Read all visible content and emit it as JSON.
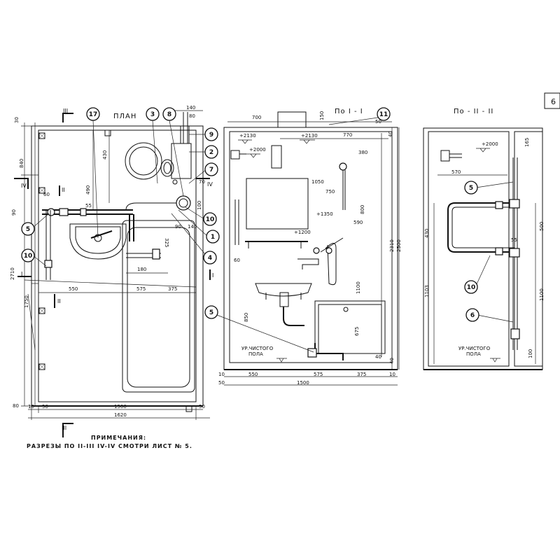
{
  "sheet": {
    "number": "6"
  },
  "views": {
    "plan": {
      "title": "ПЛАН"
    },
    "section1": {
      "title": "По I - I"
    },
    "section2": {
      "title": "По - II - II"
    }
  },
  "section_marks": {
    "plan_top_left": "III",
    "plan_bottom_left": "III",
    "iv_left": "IV",
    "iv_right": "IV",
    "ii_left": "II",
    "ii_lower": "II",
    "i_left": "I",
    "i_right": "I"
  },
  "callouts": {
    "plan": [
      "17",
      "3",
      "8",
      "9",
      "2",
      "7",
      "10",
      "1",
      "4",
      "5",
      "10"
    ],
    "section1": [
      "11",
      "5"
    ],
    "section2": [
      "5",
      "10",
      "6"
    ]
  },
  "elevations": {
    "s1_e2130": "+2130",
    "s1_e2000": "+2000",
    "s1_e2130b": "+2130",
    "s1_e1350": "+1350",
    "s1_e1200": "+1200",
    "s2_e2000": "+2000"
  },
  "floor_labels": {
    "s1": [
      "УР.ЧИСТОГО",
      "ПОЛА"
    ],
    "s2": [
      "УР.ЧИСТОГО",
      "ПОЛА"
    ]
  },
  "plan_dims": {
    "top_140": "140",
    "top_80": "80",
    "left_30": "30",
    "left_840": "840",
    "left_2710": "2710",
    "left_1750": "1750",
    "left_80": "80",
    "left_90": "90",
    "v_430": "430",
    "v_490": "490",
    "h_55": "55",
    "h_60": "60",
    "h_550": "550",
    "h_575": "575",
    "h_375": "375",
    "h_180": "180",
    "h_325": "325",
    "h_90": "90",
    "h_140": "140",
    "r_100": "100",
    "r_70": "70",
    "b_10": "10",
    "b_50": "50",
    "b_1500": "1500",
    "b_50r": "50",
    "b_1620": "1620"
  },
  "s1_dims": {
    "top_700": "700",
    "top_150": "150",
    "top_50": "50",
    "top_770": "770",
    "d_380": "380",
    "d_1050": "1050",
    "d_750": "750",
    "d_800": "800",
    "d_590": "590",
    "d_1100": "1100",
    "d_675": "675",
    "d_850": "850",
    "d_40": "40",
    "d_60": "60",
    "r_40": "40",
    "r_2310": "2310",
    "r_2500": "2500",
    "b_40": "40",
    "b_10": "10",
    "b_550": "550",
    "b_575": "575",
    "b_375": "375",
    "b_1500": "1500",
    "b_10r": "10",
    "b_50": "50"
  },
  "s2_dims": {
    "d_165": "165",
    "d_570": "570",
    "d_430": "430",
    "d_500": "500",
    "d_55": "55",
    "d_1103": "1103",
    "d_1100": "1100",
    "d_100": "100"
  },
  "notes": {
    "heading": "ПРИМЕЧАНИЯ:",
    "text": "РАЗРЕЗЫ ПО II-III  IV-IV  СМОТРИ ЛИСТ № 5."
  }
}
